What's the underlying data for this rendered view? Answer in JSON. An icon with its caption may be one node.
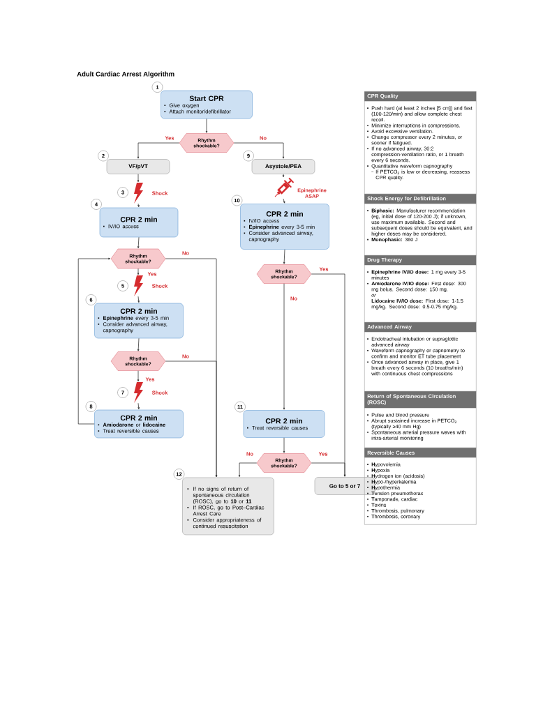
{
  "diagram": {
    "title": "Adult Cardiac Arrest Algorithm",
    "nodes": [
      {
        "text": [
          "Start CPR",
          "Give oxygen",
          "Attach monitor/defibrillator"
        ],
        "beside": [
          "1"
        ]
      },
      {
        "text": [
          "Rhythm shockable?"
        ]
      },
      {
        "text": [
          "VF/pVT"
        ],
        "beside": [
          "2"
        ]
      },
      {
        "text": [
          "Asystole/PEA"
        ],
        "beside": [
          "9"
        ]
      },
      {
        "text": [],
        "shape": "bolt",
        "beside": [
          "3",
          "Shock"
        ]
      },
      {
        "text": [
          "CPR 2 min",
          "IV/IO access"
        ],
        "beside": [
          "4"
        ]
      },
      {
        "text": [
          "Rhythm shockable?"
        ]
      },
      {
        "text": [],
        "shape": "bolt",
        "beside": [
          "5",
          "Shock"
        ]
      },
      {
        "text": [
          "CPR 2 min",
          "**Epinephrine** every 3-5 min",
          "Consider advanced airway, capnography"
        ],
        "beside": [
          "6"
        ]
      },
      {
        "text": [
          "Rhythm shockable?"
        ]
      },
      {
        "text": [],
        "shape": "bolt",
        "beside": [
          "7",
          "Shock"
        ]
      },
      {
        "text": [
          "CPR 2 min",
          "**Amiodarone** or **lidocaine**",
          "Treat reversible causes"
        ],
        "beside": [
          "8"
        ]
      },
      {
        "text": [],
        "shape": "syringe",
        "beside": [
          "Epinephrine ASAP"
        ]
      },
      {
        "text": [
          "CPR 2 min",
          "IV/IO access",
          "**Epinephrine** every 3-5 min",
          "Consider advanced airway, capnography"
        ],
        "beside": [
          "10"
        ]
      },
      {
        "text": [
          "Rhythm shockable?"
        ]
      },
      {
        "text": [
          "CPR 2 min",
          "Treat reversible causes"
        ],
        "beside": [
          "11"
        ]
      },
      {
        "text": [
          "Rhythm shockable?"
        ]
      },
      {
        "text": [
          "If no signs of return of spontaneous circulation (ROSC), go to **10** or **11**",
          "If ROSC, go to Post–Cardiac Arrest Care",
          "Consider appropriateness of continued resuscitation"
        ],
        "beside": [
          "12"
        ]
      },
      {
        "text": [
          "Go to 5 or 7"
        ]
      },
      {
        "text": [
          "CPR Quality",
          "Push hard (at least 2 inches [5 cm]) and fast (100-120/min) and allow complete chest recoil.",
          "Minimize interruptions in compressions.",
          "Avoid excessive ventilation.",
          "Change compressor every 2 minutes, or sooner if fatigued.",
          "If no advanced airway, 30:2 compression-ventilation ratio, or 1 breath every 6 seconds.",
          "Quantitative waveform capnography",
          "If PETCO$_{2}$ is low or decreasing, reassess CPR quality."
        ]
      },
      {
        "text": [
          "Shock Energy for Defibrillation",
          "**Biphasic:** Manufacturer recommendation (eg, initial dose of 120-200 J); if unknown, use maximum available. Second and subsequent doses should be equivalent, and higher doses may be considered.",
          "**Monophasic:** 360 J"
        ]
      },
      {
        "text": [
          "Drug Therapy",
          "**Epinephrine IV/IO dose:** 1 mg every 3-5 minutes",
          "**Amiodarone IV/IO dose:** First dose: 300 mg bolus. Second dose: 150 mg.",
          "or",
          "**Lidocaine IV/IO dose:** First dose: 1-1.5 mg/kg. Second dose: 0.5-0.75 mg/kg."
        ]
      },
      {
        "text": [
          "Advanced Airway",
          "Endotracheal intubation or supraglottic advanced airway",
          "Waveform capnography or capnometry to confirm and monitor ET tube placement",
          "Once advanced airway in place, give 1 breath every 6 seconds (10 breaths/min) with continuous chest compressions"
        ]
      },
      {
        "text": [
          "Return of Spontaneous Circulation (ROSC)",
          "Pulse and blood pressure",
          "Abrupt sustained increase in PETCO$_{2}$ (typically ≥40 mm Hg)",
          "Spontaneous arterial pressure waves with intra-arterial monitoring"
        ]
      },
      {
        "text": [
          "Reversible Causes",
          "**H**ypovolemia",
          "**H**ypoxia",
          "**H**ydrogen ion (acidosis)",
          "**H**ypo-/hyperkalemia",
          "**H**ypothermia",
          "**T**ension pneumothorax",
          "**T**amponade, cardiac",
          "**T**oxins",
          "**T**hrombosis, pulmonary",
          "**T**hrombosis, coronary"
        ]
      }
    ],
    "edges": [
      {
        "from": 0,
        "to": 1,
        "arrow": "to"
      },
      {
        "from": 1,
        "to": 2,
        "arrow": "to",
        "label": "Yes"
      },
      {
        "from": 1,
        "to": 3,
        "arrow": "to",
        "label": "No"
      },
      {
        "from": 2,
        "to": 4,
        "arrow": "to"
      },
      {
        "from": 4,
        "to": 5,
        "arrow": "to"
      },
      {
        "from": 5,
        "to": 6,
        "arrow": "to"
      },
      {
        "from": 6,
        "to": 7,
        "arrow": "to",
        "label": "Yes"
      },
      {
        "from": 7,
        "to": 8,
        "arrow": "to"
      },
      {
        "from": 8,
        "to": 9,
        "arrow": "to"
      },
      {
        "from": 9,
        "to": 10,
        "arrow": "to",
        "label": "Yes"
      },
      {
        "from": 10,
        "to": 11,
        "arrow": "to"
      },
      {
        "from": 11,
        "to": 6,
        "arrow": "to"
      },
      {
        "from": 6,
        "to": 17,
        "arrow": "to",
        "label": "No"
      },
      {
        "from": 9,
        "to": 17,
        "arrow": "to",
        "label": "No"
      },
      {
        "from": 3,
        "to": 12,
        "arrow": "to"
      },
      {
        "from": 12,
        "to": 13,
        "arrow": "to"
      },
      {
        "from": 13,
        "to": 14,
        "arrow": "to"
      },
      {
        "from": 14,
        "to": 15,
        "arrow": "to",
        "label": "No"
      },
      {
        "from": 15,
        "to": 16,
        "arrow": "to"
      },
      {
        "from": 16,
        "to": 17,
        "arrow": "to",
        "label": "No"
      },
      {
        "from": 16,
        "to": 18,
        "arrow": "to",
        "label": "Yes"
      },
      {
        "from": 14,
        "to": 18,
        "arrow": "to",
        "label": "Yes"
      }
    ]
  }
}
